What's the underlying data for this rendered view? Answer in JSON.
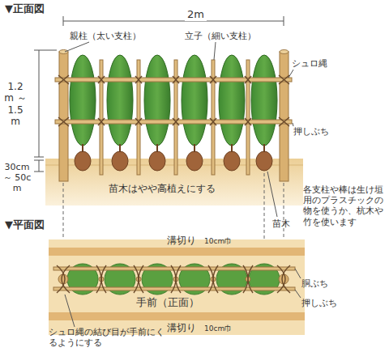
{
  "diagram": {
    "labels": [
      "▼正面図",
      "2m",
      "親柱（太い支柱）",
      "立子（細い支柱）",
      "シュロ縄",
      "押しぶち",
      "1.2m ～ 1.5m",
      "30cm ～ 50cm",
      "苗木はやや高植えにする",
      "各支柱や棒は生け垣用のプラスチックの物を使うか、杭木や竹を使います",
      "苗木",
      "▼平面図",
      "溝切り",
      "10cm巾",
      "胴ぶち",
      "押しぶち",
      "手前（正面）",
      "溝切り",
      "10cm巾",
      "シュロ縄の結び目が手前にくるようにする"
    ]
  }
}
